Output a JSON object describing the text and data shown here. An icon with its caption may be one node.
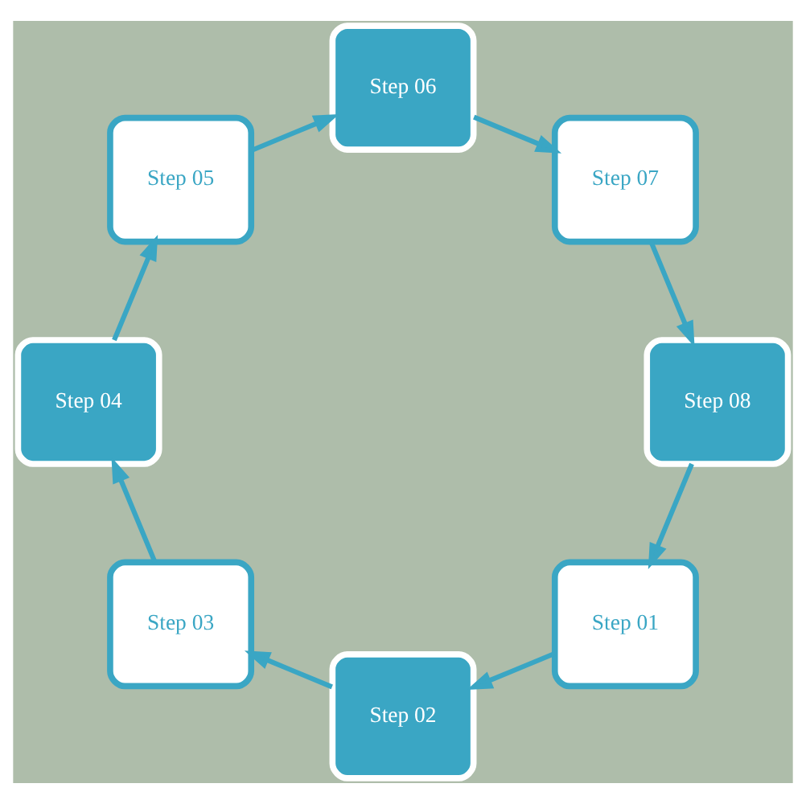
{
  "diagram": {
    "nodes": [
      {
        "text": [
          "Step 01"
        ]
      },
      {
        "text": [
          "Step 02"
        ]
      },
      {
        "text": [
          "Step 03"
        ]
      },
      {
        "text": [
          "Step 04"
        ]
      },
      {
        "text": [
          "Step 05"
        ]
      },
      {
        "text": [
          "Step 06"
        ]
      },
      {
        "text": [
          "Step 07"
        ]
      },
      {
        "text": [
          "Step 08"
        ]
      }
    ],
    "edges": [
      {
        "from": 0,
        "to": 1,
        "arrow": "to"
      },
      {
        "from": 1,
        "to": 2,
        "arrow": "to"
      },
      {
        "from": 2,
        "to": 3,
        "arrow": "to"
      },
      {
        "from": 3,
        "to": 4,
        "arrow": "to"
      },
      {
        "from": 4,
        "to": 5,
        "arrow": "to"
      },
      {
        "from": 5,
        "to": 6,
        "arrow": "to"
      },
      {
        "from": 6,
        "to": 7,
        "arrow": "to"
      },
      {
        "from": 7,
        "to": 0,
        "arrow": "to"
      }
    ]
  }
}
